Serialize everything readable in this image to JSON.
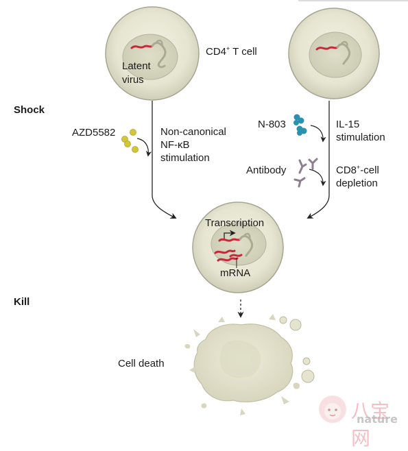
{
  "stages": {
    "shock": "Shock",
    "kill": "Kill"
  },
  "labels": {
    "latent_virus_line1": "Latent",
    "latent_virus_line2": "virus",
    "cd4_cell_main": "CD4",
    "cd4_cell_sup": "+",
    "cd4_cell_rest": " T cell",
    "azd": "AZD5582",
    "noncanon_line1": "Non-canonical",
    "noncanon_line2": "NF-κB",
    "noncanon_line3": "stimulation",
    "n803": "N-803",
    "il15_line1": "IL-15",
    "il15_line2": "stimulation",
    "antibody": "Antibody",
    "cd8_main": "CD8",
    "cd8_sup": "+",
    "cd8_rest": "-cell",
    "cd8_line2": "depletion",
    "transcription": "Transcription",
    "mrna": "mRNA",
    "cell_death": "Cell death"
  },
  "watermark": {
    "brand": "八宝网",
    "site": "nature"
  },
  "colors": {
    "cell_fill": "#e9e8d6",
    "cell_outline": "#a5a592",
    "nucleus_fill": "#d7d6c0",
    "virus_red": "#c9283a",
    "virus_gray": "#a9ab91",
    "azd_yellow": "#d3c63b",
    "n803_blue": "#2b91ae",
    "antibody_purple": "#8e7f8f",
    "arrow": "#222222"
  }
}
